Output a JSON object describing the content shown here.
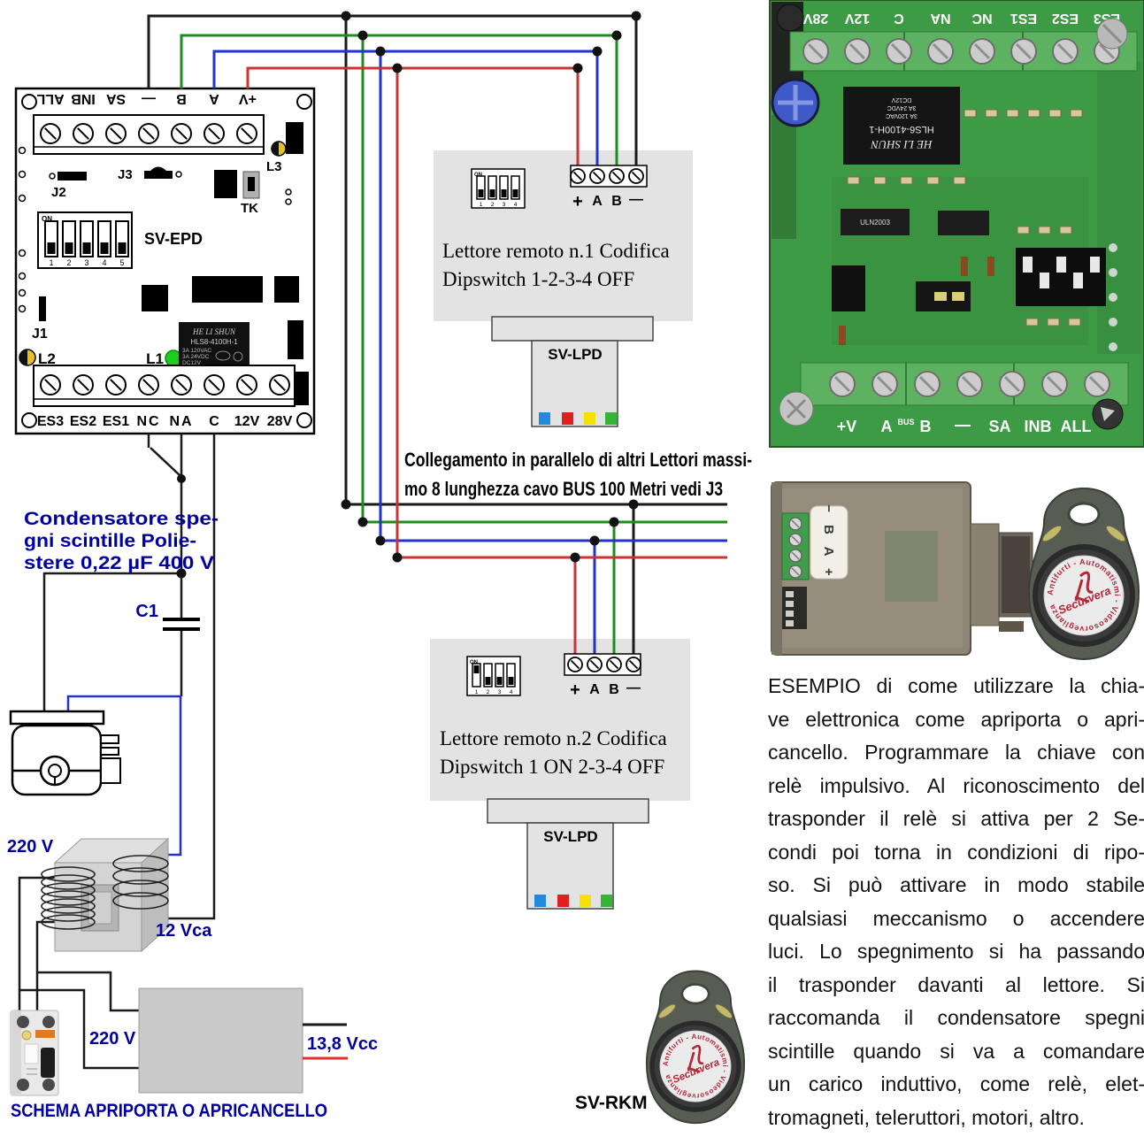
{
  "colors": {
    "wire_black": "#1a1a1a",
    "wire_green": "#1e8c1e",
    "wire_blue": "#2233cc",
    "wire_red": "#cc3333",
    "label_navy": "#0000a0",
    "reader_box_gray": "#e3e3e3",
    "pcb_green": "#3d9a45",
    "lpd_marker_blue": "#2288e0",
    "lpd_marker_red": "#e02020",
    "lpd_marker_yellow": "#f5e000",
    "lpd_marker_green": "#35b535"
  },
  "board": {
    "name": "SV-EPD",
    "top_terminals": [
      "ALL",
      "INB",
      "SA",
      "—",
      "B",
      "A",
      "+V"
    ],
    "bottom_terminals": [
      "ES3",
      "ES2",
      "ES1",
      "NC",
      "NA",
      "C",
      "12V",
      "28V"
    ],
    "j1": "J1",
    "j2": "J2",
    "j3": "J3",
    "tk": "TK",
    "l1": "L1",
    "l2": "L2",
    "l3": "L3",
    "dip_on": "ON",
    "dip_numbers": [
      "1",
      "2",
      "3",
      "4",
      "5"
    ],
    "relay": {
      "brand": "HE LI SHUN",
      "model": "HLS8-4100H-1",
      "specs": [
        "3A 120VAC",
        "3A 24VDC",
        "DC12V"
      ]
    }
  },
  "reader1": {
    "line1": "Lettore remoto n.1 Codifica",
    "line2": "Dipswitch 1-2-3-4 OFF",
    "terminals": [
      "+",
      "A",
      "B",
      "—"
    ],
    "dip_on": "ON",
    "dip_numbers": [
      "1",
      "2",
      "3",
      "4"
    ],
    "module": "SV-LPD"
  },
  "reader2": {
    "line1": "Lettore remoto n.2 Codifica",
    "line2": "Dipswitch 1 ON 2-3-4 OFF",
    "terminals": [
      "+",
      "A",
      "B",
      "—"
    ],
    "dip_on": "ON",
    "dip_numbers": [
      "1",
      "2",
      "3",
      "4"
    ],
    "module": "SV-LPD"
  },
  "bus_note": {
    "line1": "Collegamento in parallelo di altri Lettori massi-",
    "line2": "mo 8 lunghezza cavo BUS 100 Metri vedi J3"
  },
  "apriporta": {
    "cap_note": [
      "Condensatore spe-",
      "gni scintille Polie-",
      "stere 0,22 µF 400 V"
    ],
    "c1": "C1",
    "v220_transformer": "220 V",
    "v12": "12 Vca",
    "v220_psu": "220 V",
    "v_out": "13,8 Vcc",
    "title": "SCHEMA APRIPORTA O APRICANCELLO"
  },
  "pcb": {
    "top_labels": [
      "28V",
      "12V",
      "C",
      "NA",
      "NC",
      "ES1",
      "ES2",
      "ES3"
    ],
    "bottom_labels": [
      "+V",
      "A",
      "B",
      "—",
      "SA",
      "INB",
      "ALL"
    ],
    "bus": "BUS",
    "ic1": "ULN2003",
    "relay": {
      "brand": "HE LI SHUN",
      "model": "HLS6-4100H-1",
      "specs": [
        "3A 120VAC",
        "3A 24VDC",
        "DC12V"
      ]
    }
  },
  "btm_module": {
    "label": "− B A +"
  },
  "fobs": {
    "ring_text": "Antifurti - Automatismi - Videosorveglianza",
    "brand": "Securvera",
    "model_label": "SV-RKM"
  },
  "example": {
    "lines": [
      "ESEMPIO di come utilizzare la chia-",
      "ve elettronica come apriporta o apri-",
      "cancello. Programmare la chiave con",
      "relè impulsivo. Al riconoscimento del",
      "trasponder il relè si attiva per 2 Se-",
      "condi poi torna in condizioni di ripo-",
      "so. Si può attivare in modo stabile",
      "qualsiasi meccanismo o accendere",
      "luci. Lo spegnimento si ha passando",
      "il trasponder davanti al lettore. Si",
      "raccomanda il condensatore spegni",
      "scintille quando si va a comandare",
      "un carico induttivo, come relè, elet-",
      "tromagneti, teleruttori, motori, altro."
    ]
  }
}
